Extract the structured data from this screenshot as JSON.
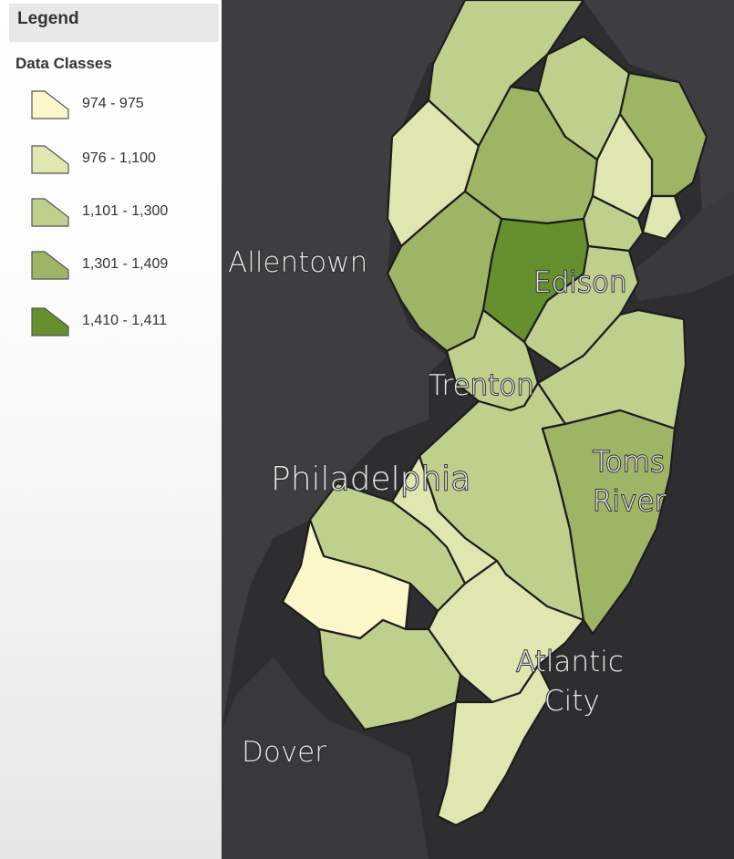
{
  "legend": {
    "title": "Legend",
    "subtitle": "Data Classes",
    "classes": [
      {
        "label": "974 - 975",
        "color": "#fbf7c8"
      },
      {
        "label": "976 - 1,100",
        "color": "#dfe6b0"
      },
      {
        "label": "1,101 - 1,300",
        "color": "#bfd08c"
      },
      {
        "label": "1,301 - 1,409",
        "color": "#9db565"
      },
      {
        "label": "1,410 - 1,411",
        "color": "#66902d"
      }
    ]
  },
  "map": {
    "colors": {
      "water": "#2e2e30",
      "land": "#3e3e41",
      "border": "#1d1d1d"
    },
    "cities": {
      "allentown": "Allentown",
      "edison": "Edison",
      "trenton": "Trenton",
      "philadelphia": "Philadelphia",
      "toms_river_1": "Toms",
      "toms_river_2": "River",
      "atlantic_city_1": "Atlantic",
      "atlantic_city_2": "City",
      "dover": "Dover"
    }
  }
}
